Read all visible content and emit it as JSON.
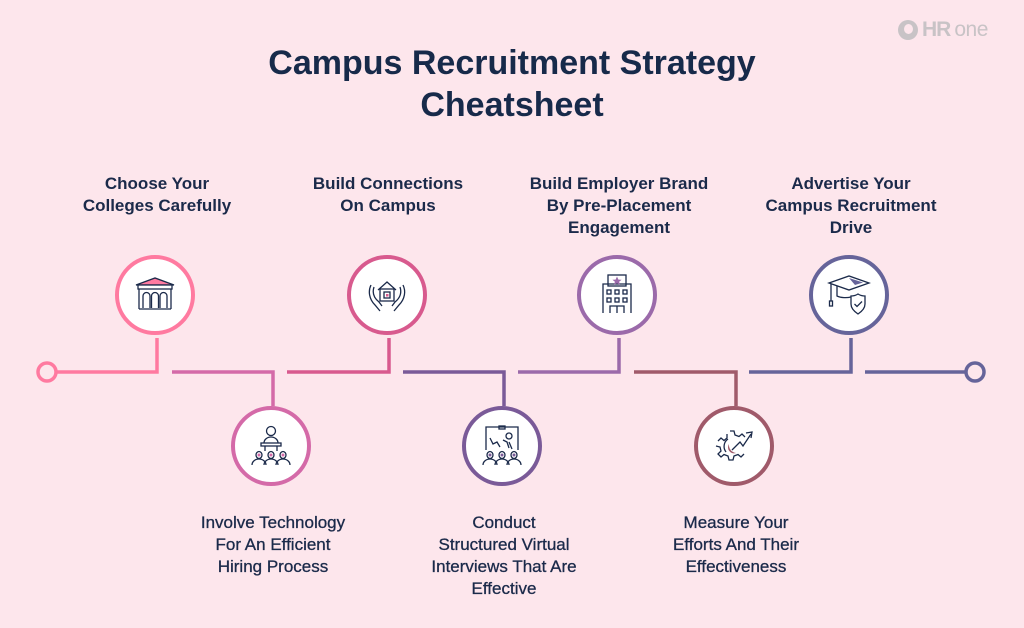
{
  "brand": {
    "logo_hr": "HR",
    "logo_one": "one"
  },
  "title": {
    "line1": "Campus Recruitment Strategy",
    "line2": "Cheatsheet"
  },
  "colors": {
    "background": "#fde6ec",
    "text": "#1b2a4a",
    "step1": "#ff7aa0",
    "step2": "#d46aa8",
    "step3": "#d85a8e",
    "step4": "#7a5a98",
    "step5": "#9b6aaa",
    "step6": "#a05a6a",
    "step7": "#66649a",
    "step8": "#66649a"
  },
  "steps": [
    {
      "position": "top",
      "icon": "university-building-icon",
      "lines": [
        "Choose Your",
        "Colleges Carefully"
      ]
    },
    {
      "position": "bottom",
      "icon": "presentation-audience-icon",
      "lines": [
        "Involve Technology",
        "For An Efficient",
        "Hiring Process"
      ]
    },
    {
      "position": "top",
      "icon": "hands-holding-house-icon",
      "lines": [
        "Build Connections",
        "On Campus"
      ]
    },
    {
      "position": "bottom",
      "icon": "virtual-interview-icon",
      "lines": [
        "Conduct",
        "Structured Virtual",
        "Interviews That Are",
        "Effective"
      ]
    },
    {
      "position": "top",
      "icon": "office-building-star-icon",
      "lines": [
        "Build Employer Brand",
        "By Pre-Placement",
        "Engagement"
      ]
    },
    {
      "position": "bottom",
      "icon": "gear-growth-arrow-icon",
      "lines": [
        "Measure Your",
        "Efforts And Their",
        "Effectiveness"
      ]
    },
    {
      "position": "top",
      "icon": "graduation-cap-shield-icon",
      "lines": [
        "Advertise Your",
        "Campus Recruitment",
        "Drive"
      ]
    }
  ]
}
